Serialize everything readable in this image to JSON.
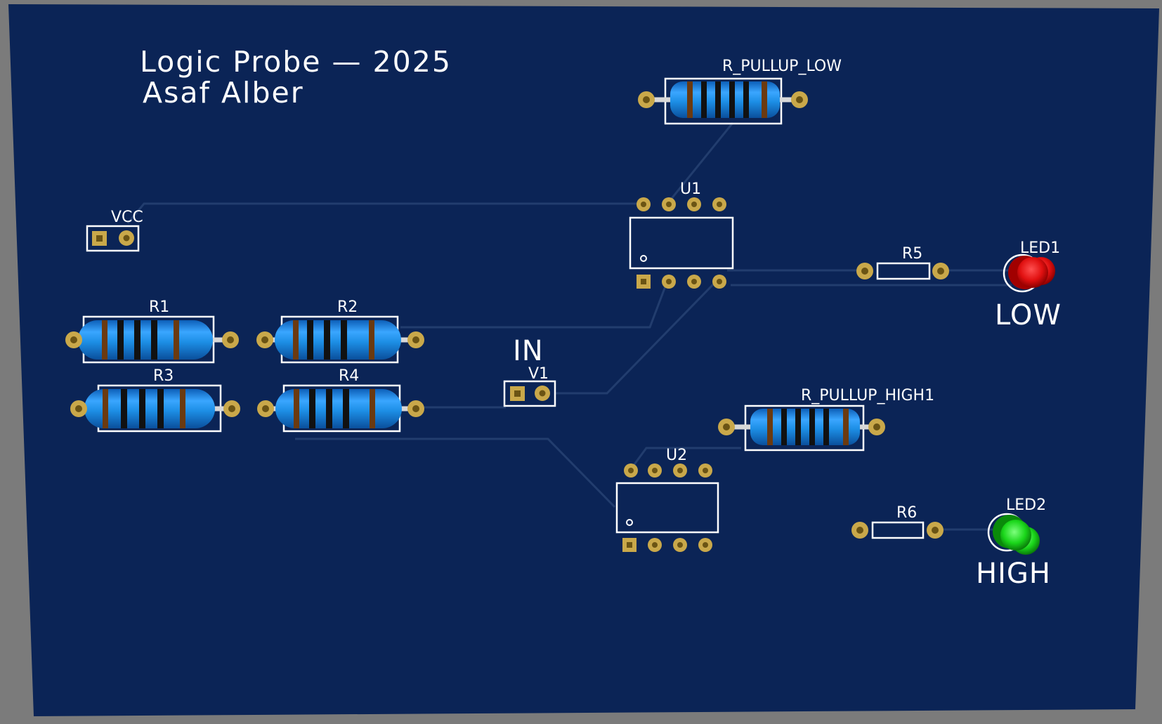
{
  "board": {
    "title_line1": "Logic Probe — 2025",
    "title_line2": "Asaf Alber",
    "colors": {
      "background": "#7b7b7b",
      "pcb": "#0b2456",
      "trace": "#223d6e",
      "silkscreen": "#ffffff",
      "pad": "#c9a84a",
      "resistor_body": "#1d8fe6",
      "led_low": "#e01010",
      "led_high": "#1ad61a"
    }
  },
  "components": {
    "vcc": "VCC",
    "r1": "R1",
    "r2": "R2",
    "r3": "R3",
    "r4": "R4",
    "v1": "V1",
    "in_label": "IN",
    "u1": "U1",
    "u2": "U2",
    "r_pullup_low": "R_PULLUP_LOW",
    "r_pullup_high": "R_PULLUP_HIGH1",
    "r5": "R5",
    "r6": "R6",
    "led1": "LED1",
    "led2": "LED2",
    "low_label": "LOW",
    "high_label": "HIGH"
  }
}
